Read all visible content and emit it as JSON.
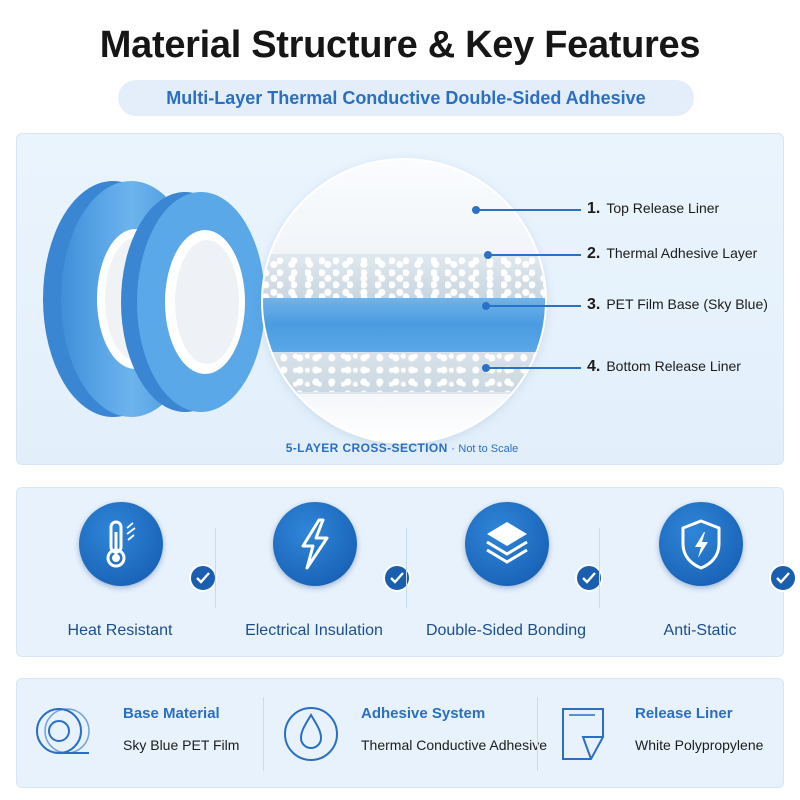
{
  "header": {
    "title": "Material Structure & Key Features",
    "subtitle": "Multi-Layer Thermal Conductive Double-Sided Adhesive"
  },
  "structure": {
    "layers": [
      {
        "num": "1.",
        "label": "Top Release Liner"
      },
      {
        "num": "2.",
        "label": "Thermal Adhesive Layer"
      },
      {
        "num": "3.",
        "label": "PET Film Base (Sky Blue)"
      },
      {
        "num": "4.",
        "label": "Bottom Release Liner"
      }
    ],
    "caption": "5-LAYER CROSS-SECTION",
    "caption_sep": "·",
    "caption_note": "Not to Scale"
  },
  "features": [
    {
      "label": "Heat Resistant",
      "icon": "thermometer-icon"
    },
    {
      "label": "Electrical Insulation",
      "icon": "lightning-icon"
    },
    {
      "label": "Double-Sided Bonding",
      "icon": "layers-icon"
    },
    {
      "label": "Anti-Static",
      "icon": "shield-lightning-icon"
    }
  ],
  "specs": [
    {
      "title": "Base Material",
      "value": "Sky Blue PET Film",
      "icon": "tape-roll-icon"
    },
    {
      "title": "Adhesive System",
      "value": "Thermal Conductive Adhesive",
      "icon": "droplet-icon"
    },
    {
      "title": "Release Liner",
      "value": "White Polypropylene",
      "icon": "peeling-sheet-icon"
    }
  ],
  "colors": {
    "accent": "#2a6fc2",
    "badge": "#1a64b8",
    "panel": "#e8f2fc",
    "tape": "#4a9be0"
  }
}
